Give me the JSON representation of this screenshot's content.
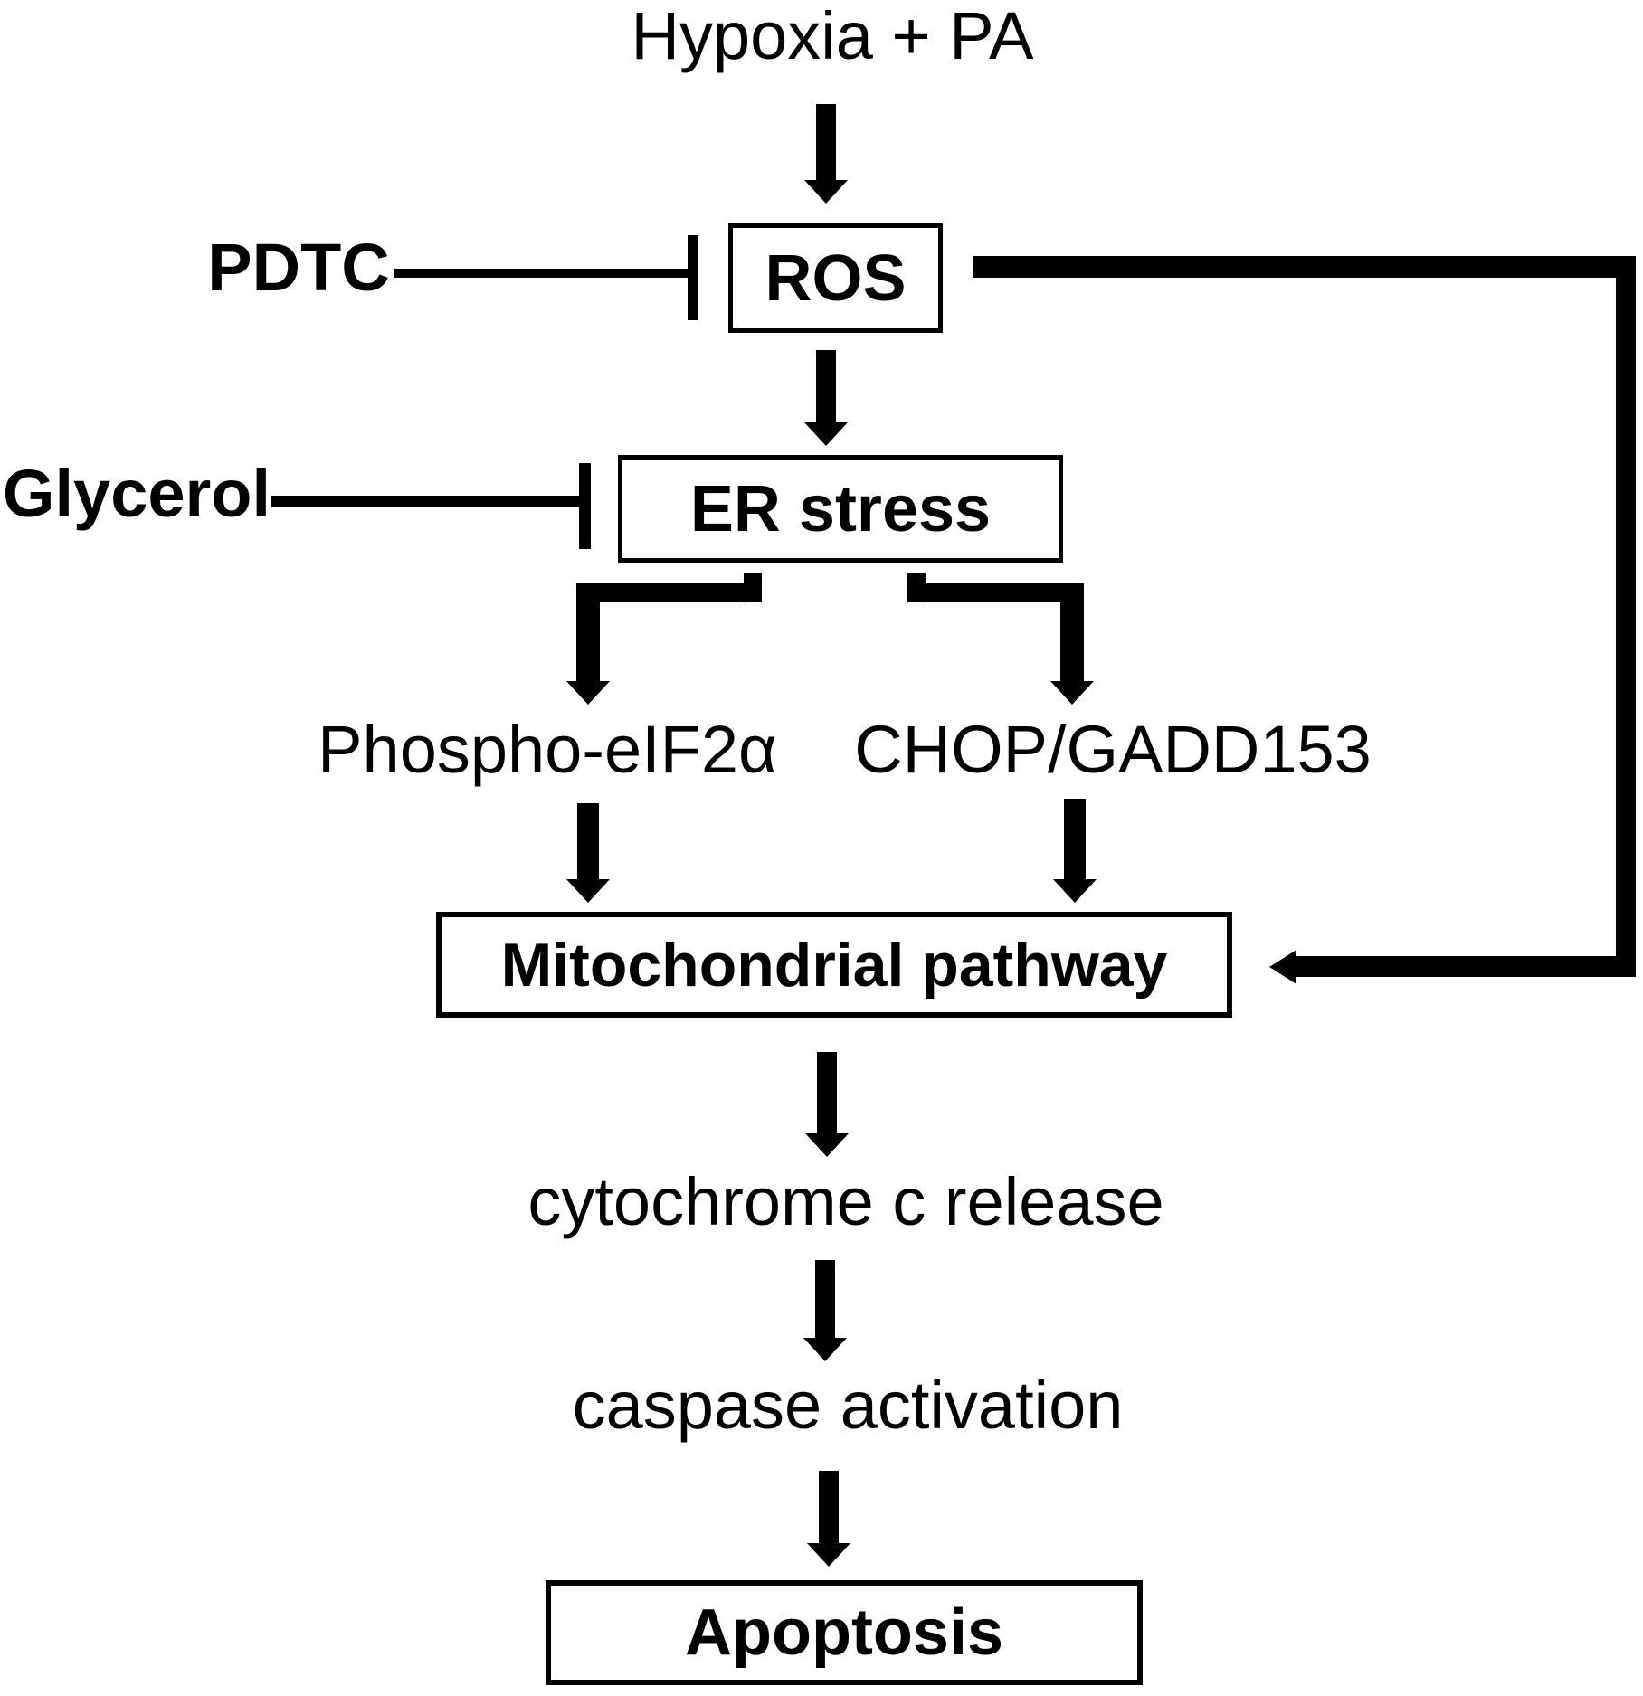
{
  "figure": {
    "type": "signaling-pathway-diagram",
    "background": "#ffffff"
  },
  "colors": {
    "line": "#000000",
    "text": "#000000",
    "box_fill": "#ffffff"
  },
  "nodes": {
    "stimulus": "Hypoxia + PA",
    "inhibitor_pdtc": "PDTC",
    "inhibitor_glycerol": "Glycerol",
    "ros": "ROS",
    "er_stress": "ER stress",
    "phospho_eif2a": "Phospho-eIF2α",
    "chop_gadd153": "CHOP/GADD153",
    "mitochondrial_pathway": "Mitochondrial pathway",
    "cytochrome_c_release": "cytochrome c release",
    "caspase_activation": "caspase activation",
    "apoptosis": "Apoptosis"
  },
  "edges": [
    {
      "from": "stimulus",
      "to": "ros",
      "type": "arrow"
    },
    {
      "from": "inhibitor_pdtc",
      "to": "ros",
      "type": "inhibition"
    },
    {
      "from": "ros",
      "to": "er_stress",
      "type": "arrow"
    },
    {
      "from": "inhibitor_glycerol",
      "to": "er_stress",
      "type": "inhibition"
    },
    {
      "from": "er_stress",
      "to": "phospho_eif2a",
      "type": "arrow"
    },
    {
      "from": "er_stress",
      "to": "chop_gadd153",
      "type": "arrow"
    },
    {
      "from": "phospho_eif2a",
      "to": "mitochondrial_pathway",
      "type": "arrow"
    },
    {
      "from": "chop_gadd153",
      "to": "mitochondrial_pathway",
      "type": "arrow"
    },
    {
      "from": "ros",
      "to": "mitochondrial_pathway",
      "type": "arrow-feedback-right-side"
    },
    {
      "from": "mitochondrial_pathway",
      "to": "cytochrome_c_release",
      "type": "arrow"
    },
    {
      "from": "cytochrome_c_release",
      "to": "caspase_activation",
      "type": "arrow"
    },
    {
      "from": "caspase_activation",
      "to": "apoptosis",
      "type": "arrow"
    }
  ]
}
